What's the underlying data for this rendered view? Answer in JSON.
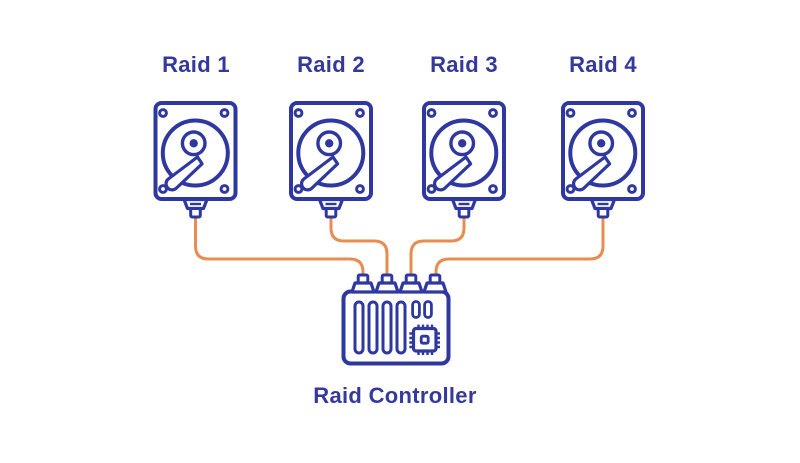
{
  "diagram": {
    "disks": [
      {
        "label": "Raid 1",
        "icon": "hard-drive-icon"
      },
      {
        "label": "Raid 2",
        "icon": "hard-drive-icon"
      },
      {
        "label": "Raid 3",
        "icon": "hard-drive-icon"
      },
      {
        "label": "Raid 4",
        "icon": "hard-drive-icon"
      }
    ],
    "controller": {
      "label": "Raid Controller",
      "icon": "raid-controller-card-icon",
      "ports": 4
    },
    "connections": [
      {
        "from": "Raid 1",
        "to": "Raid Controller",
        "port": 1
      },
      {
        "from": "Raid 2",
        "to": "Raid Controller",
        "port": 2
      },
      {
        "from": "Raid 3",
        "to": "Raid Controller",
        "port": 3
      },
      {
        "from": "Raid 4",
        "to": "Raid Controller",
        "port": 4
      }
    ],
    "icons": {
      "disk": "hard-drive-icon",
      "controller": "raid-controller-card-icon",
      "connector": "sata-connector-icon",
      "cable": "cable-line"
    },
    "colors": {
      "icon_stroke": "#2E38A0",
      "label_text": "#34399B",
      "cable": "#E98C51",
      "background": "#FFFFFF"
    }
  }
}
